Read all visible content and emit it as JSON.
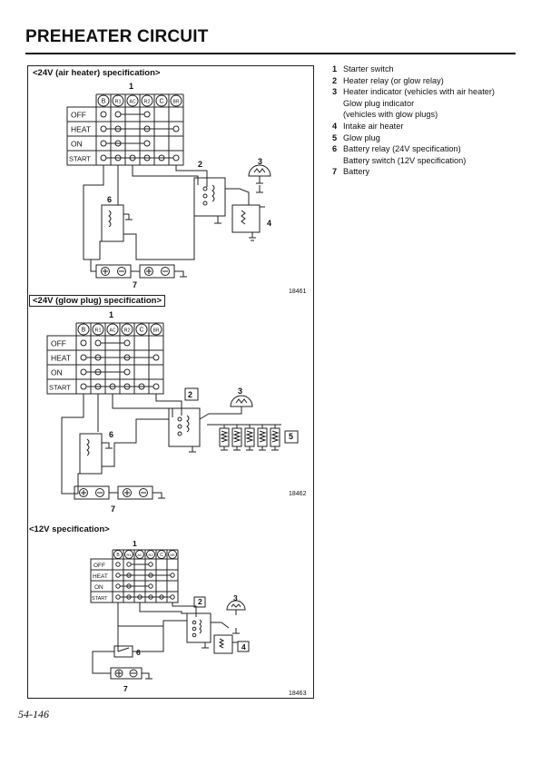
{
  "title": "PREHEATER CIRCUIT",
  "diagrams": [
    {
      "heading": "<24V (air heater) specification>",
      "figure_no": "18461"
    },
    {
      "heading": "<24V (glow plug) specification>",
      "figure_no": "18462"
    },
    {
      "heading": "<12V specification>",
      "figure_no": "18463"
    }
  ],
  "switch": {
    "terminals": [
      "B",
      "R1",
      "AC",
      "R2",
      "C",
      "BR"
    ],
    "positions": [
      "OFF",
      "HEAT",
      "ON",
      "START"
    ]
  },
  "callouts": {
    "n1": "1",
    "n2": "2",
    "n3": "3",
    "n4": "4",
    "n5": "5",
    "n6": "6",
    "n7": "7"
  },
  "legend": [
    {
      "num": "1",
      "text": "Starter switch"
    },
    {
      "num": "2",
      "text": "Heater relay (or glow relay)"
    },
    {
      "num": "3",
      "text": "Heater indicator (vehicles with air heater)\nGlow plug indicator\n(vehicles with glow plugs)"
    },
    {
      "num": "4",
      "text": "Intake air heater"
    },
    {
      "num": "5",
      "text": "Glow plug"
    },
    {
      "num": "6",
      "text": "Battery relay (24V specification)\nBattery switch (12V specification)"
    },
    {
      "num": "7",
      "text": "Battery"
    }
  ],
  "page_number": "54-146"
}
